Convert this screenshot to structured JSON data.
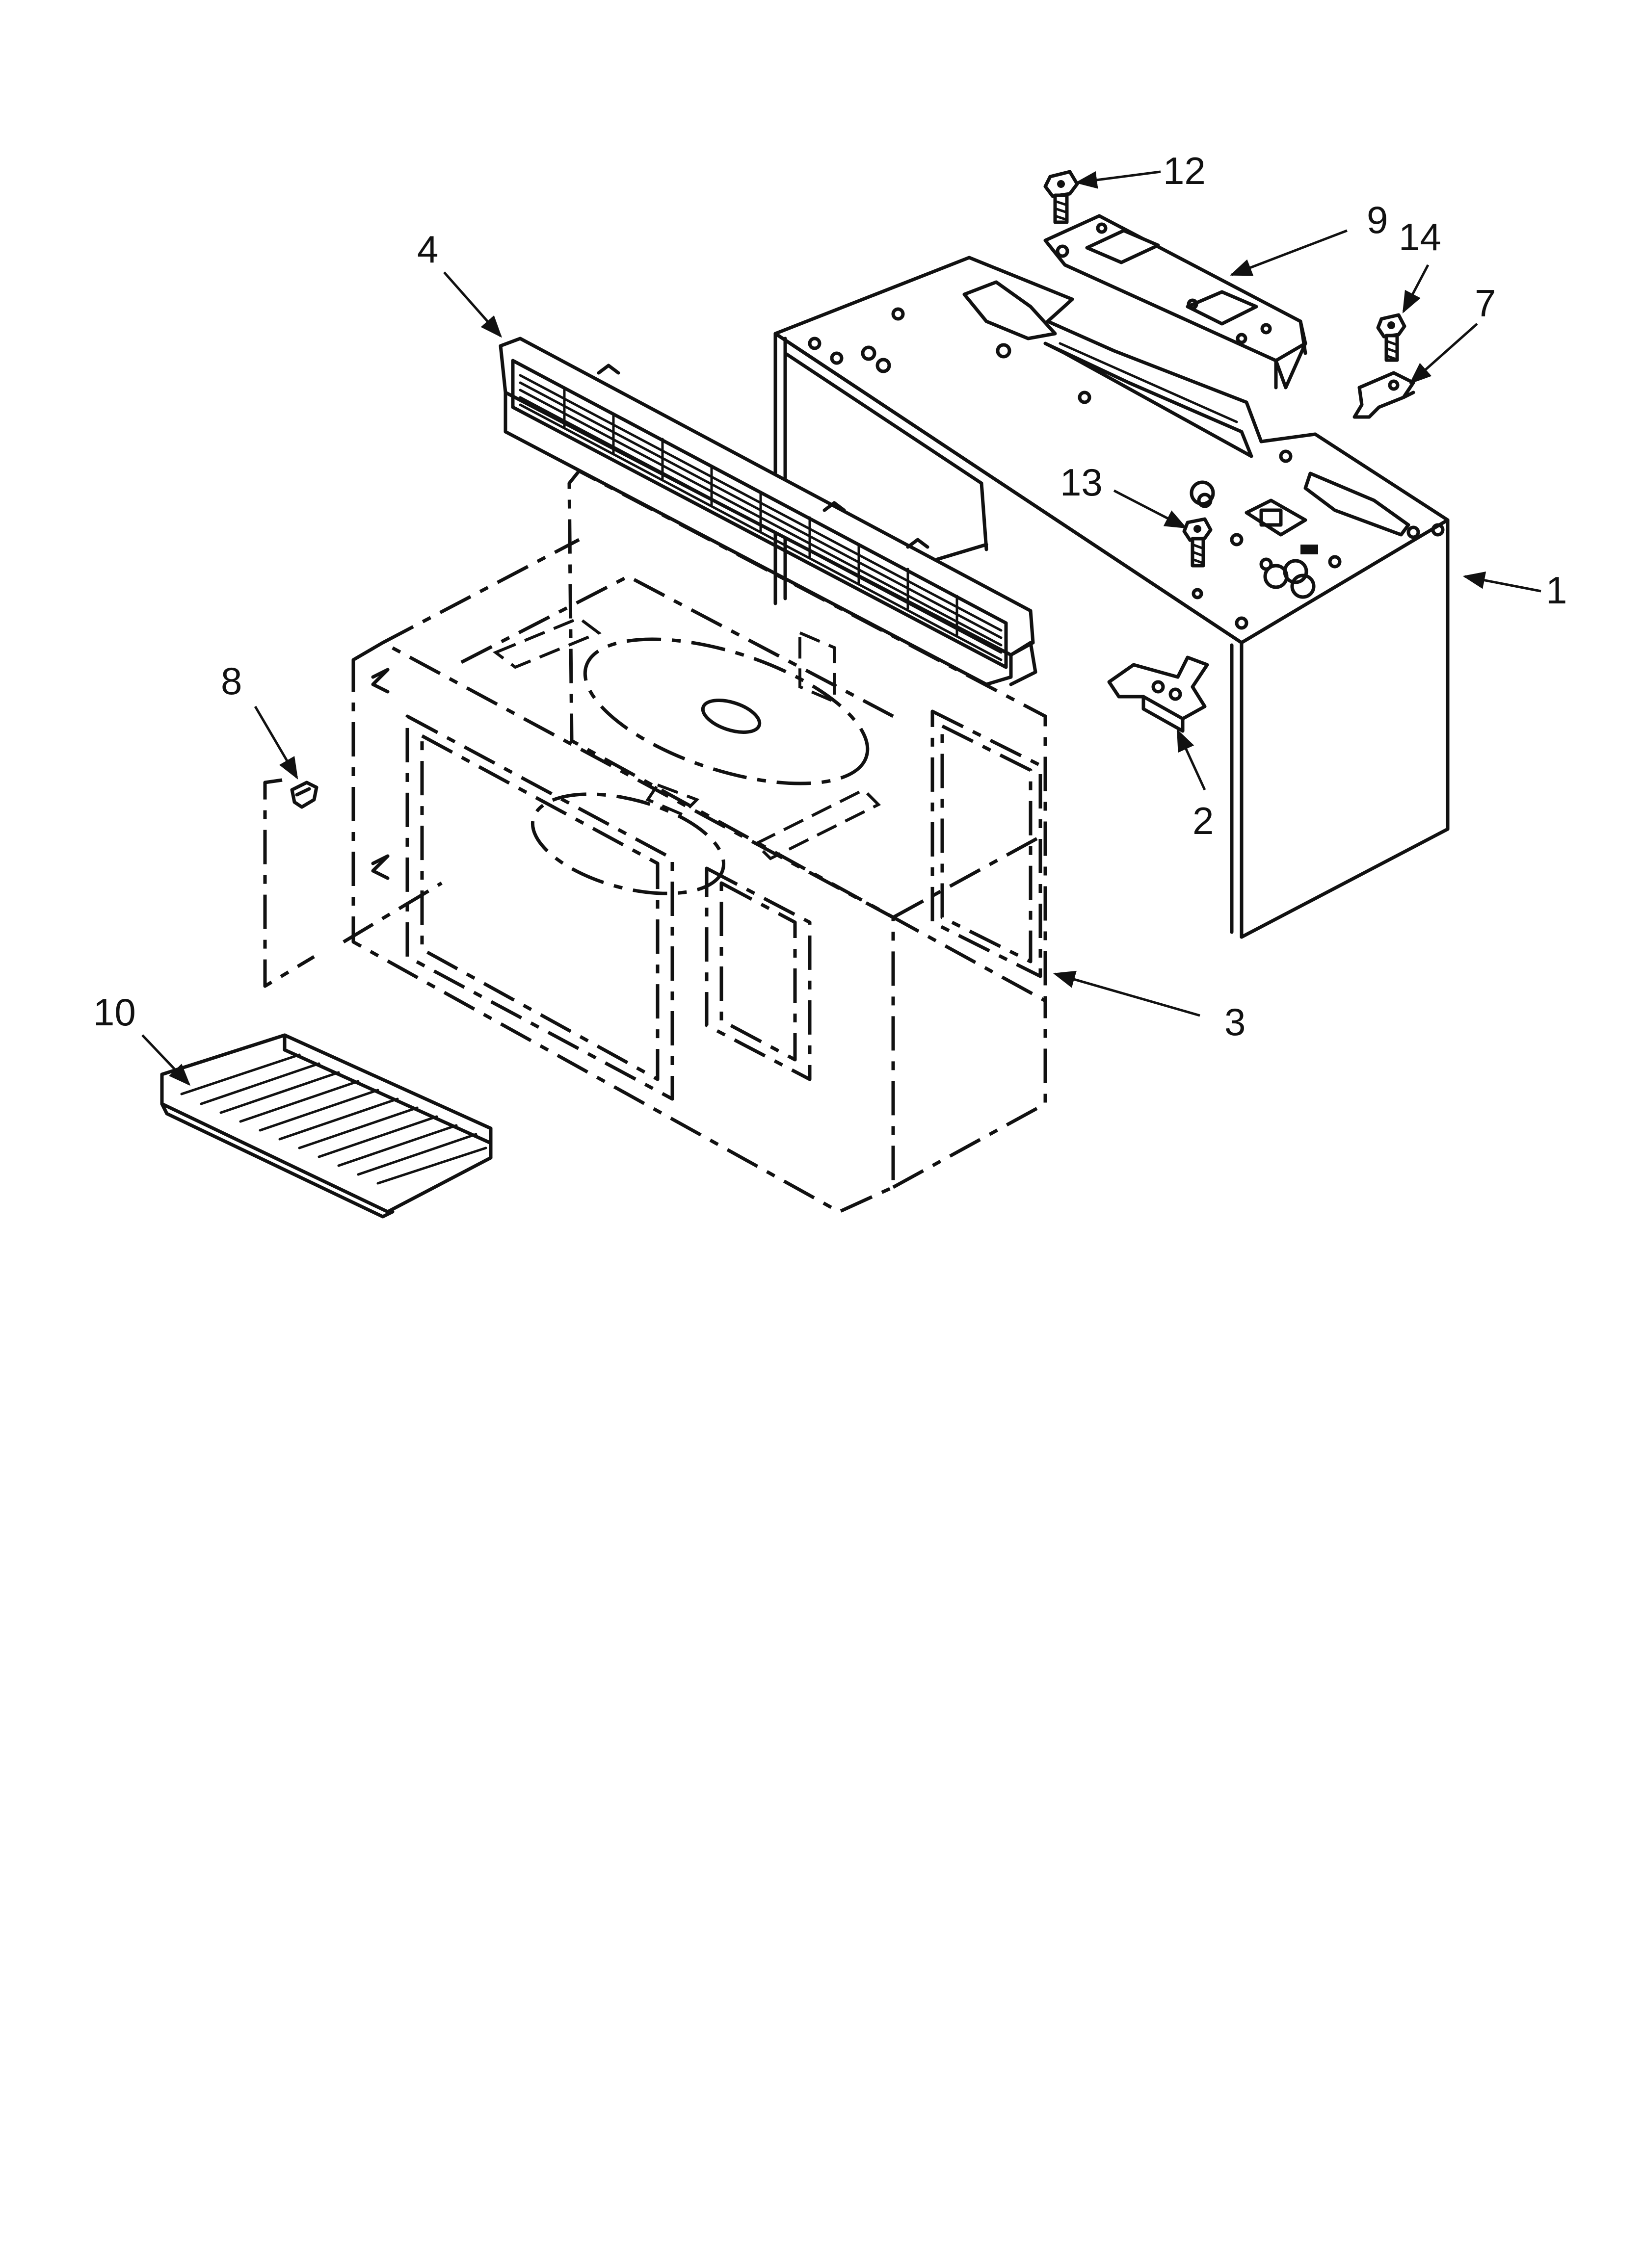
{
  "callouts": {
    "c1": "1",
    "c2": "2",
    "c3": "3",
    "c4": "4",
    "c7": "7",
    "c8": "8",
    "c9": "9",
    "c10": "10",
    "c12": "12",
    "c13": "13",
    "c14": "14"
  },
  "colors": {
    "line": "#111111",
    "background": "#ffffff"
  }
}
